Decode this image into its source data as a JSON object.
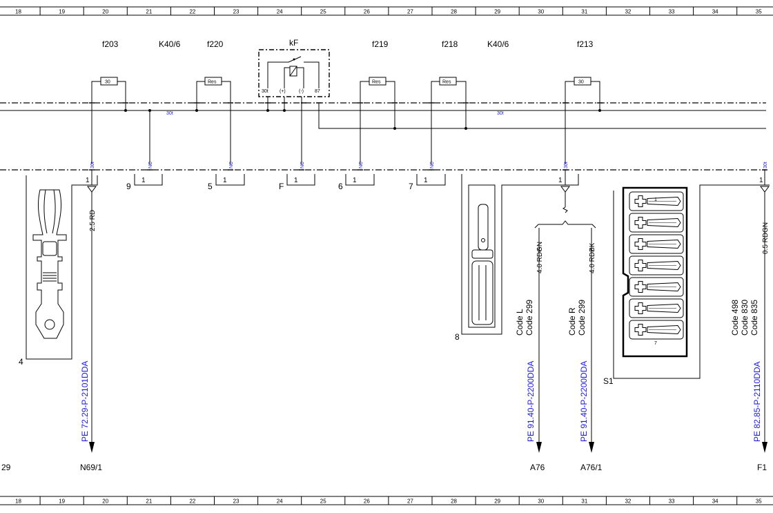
{
  "grid": {
    "columns": [
      "18",
      "19",
      "20",
      "21",
      "22",
      "23",
      "24",
      "25",
      "26",
      "27",
      "28",
      "29",
      "30",
      "31",
      "32",
      "33",
      "34",
      "35"
    ]
  },
  "bus": {
    "label_left": "30t",
    "label_right": "30t"
  },
  "fuses": {
    "f203": {
      "label": "f203",
      "rating": "30"
    },
    "k40_6_left": {
      "label": "K40/6"
    },
    "f220": {
      "label": "f220",
      "rating": "Res"
    },
    "kf": {
      "label": "kF",
      "pins": [
        "30t",
        "(+)",
        "(-)",
        "87"
      ]
    },
    "f219": {
      "label": "f219",
      "rating": "Res"
    },
    "f218": {
      "label": "f218",
      "rating": "Res"
    },
    "k40_6_right": {
      "label": "K40/6"
    },
    "f213": {
      "label": "f213",
      "rating": "30"
    }
  },
  "terminals": {
    "t1": {
      "tag": "30t",
      "pin": "1"
    },
    "t2": {
      "tag": "NC",
      "pin": "1",
      "name": "9"
    },
    "t3": {
      "tag": "NC",
      "pin": "1",
      "name": "5"
    },
    "t4": {
      "tag": "NC",
      "pin": "1",
      "name": "F"
    },
    "t5": {
      "tag": "NC",
      "pin": "1",
      "name": "6"
    },
    "t6": {
      "tag": "NC",
      "pin": "1",
      "name": "7"
    },
    "t7": {
      "tag": "30t",
      "pin": "1"
    },
    "t8": {
      "tag": "30t",
      "pin": "1"
    }
  },
  "wires": {
    "w1": "2.5 RD",
    "w2": "4.0 RDGN",
    "w3": "4.0 RDBK",
    "w4": "0.5 RDGN"
  },
  "components": {
    "c4": "4",
    "c8": "8",
    "s1": "S1",
    "s1_pin_first": "1",
    "s1_pin_last": "7"
  },
  "codes": {
    "code_l": [
      "Code L",
      "Code 299"
    ],
    "code_r": [
      "Code R",
      "Code 299"
    ],
    "code_f": [
      "Code 498",
      "Code 830",
      "Code 835"
    ]
  },
  "refs": {
    "r1": "PE 72.29-P-2101DDA",
    "r2": "PE 91.40-P-2200DDA",
    "r3": "PE 91.40-P-2200DDA",
    "r4": "PE 82.85-P-2110DDA"
  },
  "destinations": {
    "d0": "29",
    "d1": "N69/1",
    "d2": "A76",
    "d3": "A76/1",
    "d4": "F1"
  }
}
